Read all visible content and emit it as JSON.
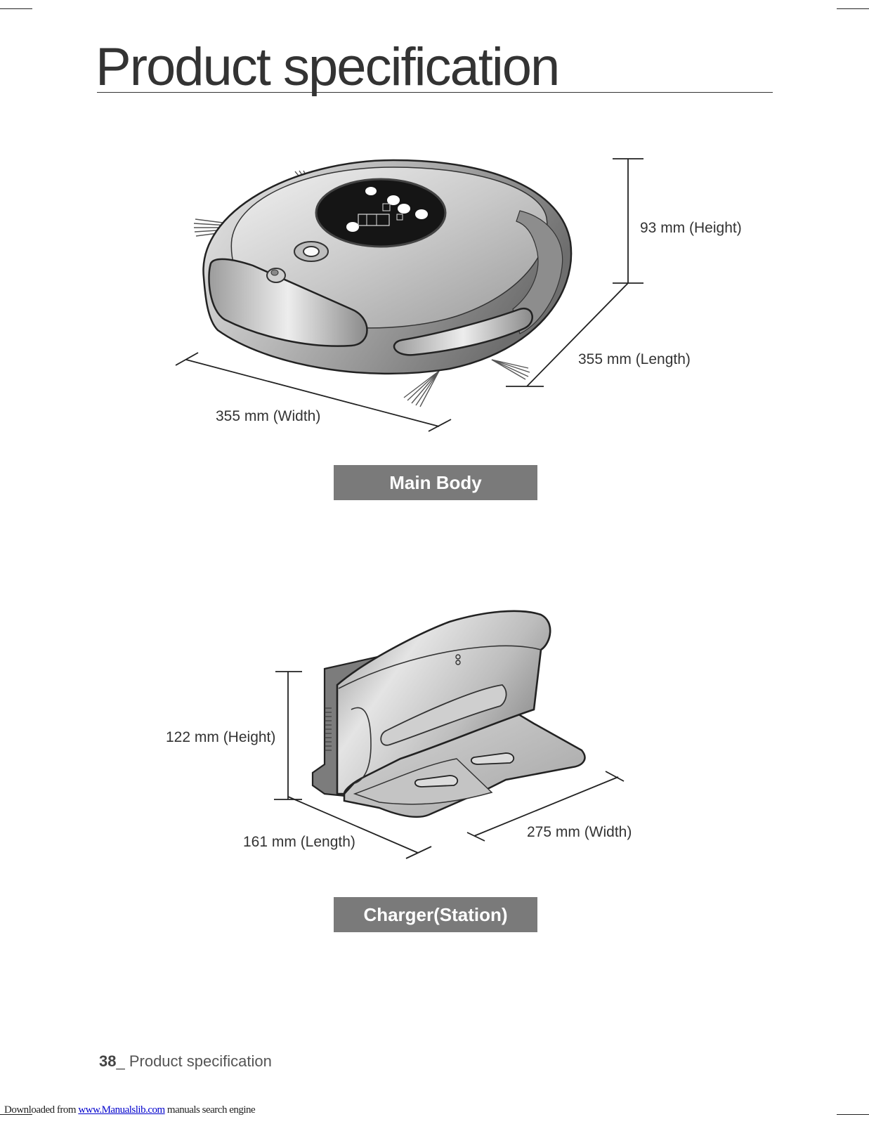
{
  "page_title": "Product specification",
  "main_body": {
    "caption": "Main Body",
    "height_label": "93 mm (Height)",
    "length_label": "355 mm (Length)",
    "width_label": "355 mm (Width)",
    "illustration": "robot-vacuum-main-body"
  },
  "charger": {
    "caption": "Charger(Station)",
    "height_label": "122 mm (Height)",
    "length_label": "161 mm (Length)",
    "width_label": "275 mm (Width)",
    "illustration": "charging-station"
  },
  "footer": {
    "page_number": "38",
    "section": "_ Product specification"
  },
  "download_bar": {
    "prefix": "Downloaded from ",
    "link_text": "www.Manualslib.com",
    "suffix": " manuals search engine"
  },
  "colors": {
    "caption_bg": "#7a7a7a",
    "caption_text": "#ffffff",
    "link": "#0000cc"
  }
}
